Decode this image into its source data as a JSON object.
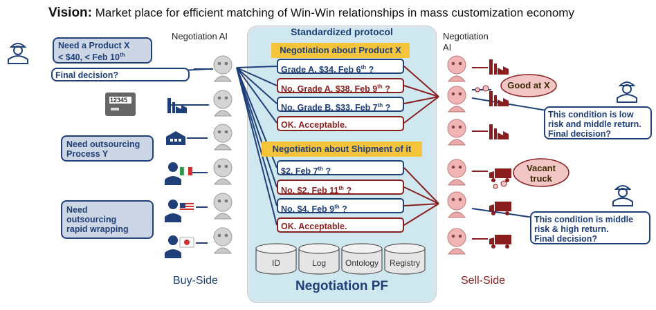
{
  "title": {
    "bold": "Vision:",
    "rest": " Market place for efficient matching of Win-Win relationships in mass customization economy"
  },
  "platform": {
    "protocol_label": "Standardized protocol",
    "name": "Negotiation PF",
    "databases": [
      "ID",
      "Log",
      "Ontology",
      "Registry"
    ]
  },
  "negotiations": [
    {
      "header": "Negotiation about Product X",
      "messages": [
        {
          "text": "Grade A, $34, Feb 6th ?",
          "side": "buy"
        },
        {
          "text": "No. Grade A, $38, Feb 9th ?",
          "side": "sell"
        },
        {
          "text": "No. Grade B, $33, Feb 7th ?",
          "side": "buy"
        },
        {
          "text": "OK. Acceptable.",
          "side": "sell"
        }
      ]
    },
    {
      "header": "Negotiation about Shipment of it",
      "messages": [
        {
          "text": "$2, Feb 7th ?",
          "side": "buy"
        },
        {
          "text": "No. $2, Feb 11th ?",
          "side": "sell"
        },
        {
          "text": "No. $4, Feb 9th ?",
          "side": "buy"
        },
        {
          "text": "OK. Acceptable.",
          "side": "sell"
        }
      ]
    }
  ],
  "buy_side": {
    "label": "Buy-Side",
    "ai_label": "Negotiation AI",
    "bubbles": {
      "product": "Need a Product X\n< $40, < Feb 10th",
      "final": "Final decision?",
      "process": "Need outsourcing\nProcess Y",
      "wrapping": "Need\noutsourcing\nrapid wrapping"
    },
    "meter_display": "12345"
  },
  "sell_side": {
    "label": "Sell-Side",
    "ai_label": "Negotiation\nAI",
    "clouds": {
      "good": "Good at X",
      "vacant": "Vacant\ntruck"
    },
    "bubbles": {
      "low": "This condition is low\nrisk and middle return.\nFinal decision?",
      "middle": "This condition is middle\nrisk & high return.\nFinal decision?"
    }
  },
  "colors": {
    "buy": "#1f3f78",
    "sell": "#8a1e1e",
    "header": "#f6c43a",
    "platform": "#cfe7ee"
  }
}
